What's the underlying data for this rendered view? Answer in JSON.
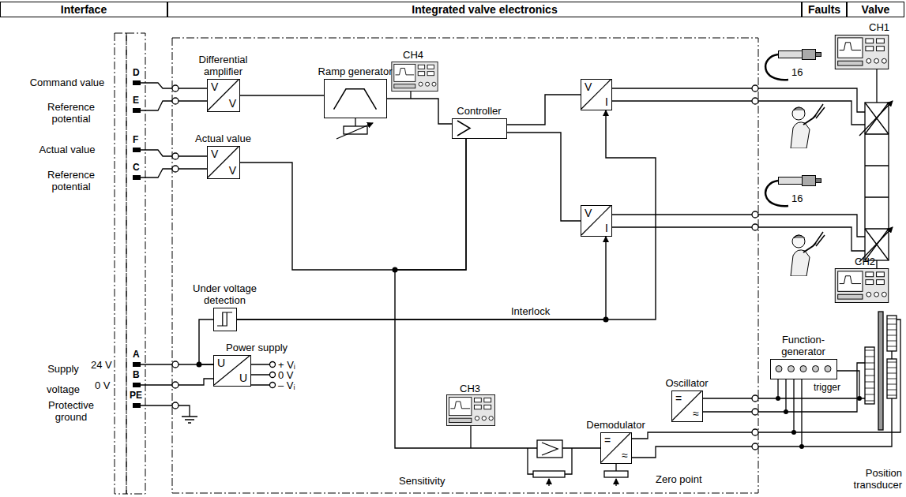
{
  "diagram": {
    "nodes": [
      {
        "text": [
          "Interface"
        ]
      },
      {
        "text": [
          "Integrated valve electronics"
        ]
      },
      {
        "text": [
          "Faults"
        ]
      },
      {
        "text": [
          "Valve"
        ]
      },
      {
        "text": [
          "Differential amplifier",
          "V",
          "V"
        ]
      },
      {
        "text": [
          "Actual value",
          "V",
          "V"
        ]
      },
      {
        "text": [
          "Ramp generator"
        ]
      },
      {
        "text": [
          "Controller"
        ]
      },
      {
        "text": [
          "V",
          "I"
        ]
      },
      {
        "text": [
          "V",
          "I"
        ]
      },
      {
        "text": [
          "Under voltage detection"
        ]
      },
      {
        "text": [
          "Power supply",
          "U",
          "U"
        ]
      },
      {
        "text": [
          "Oscillator",
          "=",
          "≈"
        ]
      },
      {
        "text": [
          "Demodulator",
          "=",
          "≈"
        ]
      },
      {
        "text": [
          "Function-generator"
        ]
      }
    ],
    "edges": [
      {
        "from": 4,
        "to": 6,
        "arrow": "none"
      },
      {
        "from": 6,
        "to": 7,
        "arrow": "none"
      },
      {
        "from": 5,
        "to": 7,
        "arrow": "none"
      },
      {
        "from": 7,
        "to": 8,
        "arrow": "none"
      },
      {
        "from": 7,
        "to": 9,
        "arrow": "none"
      },
      {
        "from": 10,
        "to": 8,
        "label": "Interlock",
        "arrow": "to"
      },
      {
        "from": 10,
        "to": 9,
        "arrow": "to"
      },
      {
        "from": 11,
        "to": 10,
        "arrow": "none"
      },
      {
        "from": 13,
        "to": 7,
        "arrow": "none"
      }
    ],
    "labels": [
      "D",
      "E",
      "F",
      "C",
      "A",
      "B",
      "PE",
      "Command value",
      "Reference potential",
      "Actual value",
      "Reference potential",
      "Supply voltage",
      "24 V",
      "0 V",
      "Protective ground",
      "+ Vᵢ",
      "0 V",
      "– Vᵢ",
      "CH1",
      "CH2",
      "CH3",
      "CH4",
      "16",
      "16",
      "Sensitivity",
      "Zero point",
      "trigger",
      "Position transducer"
    ]
  }
}
